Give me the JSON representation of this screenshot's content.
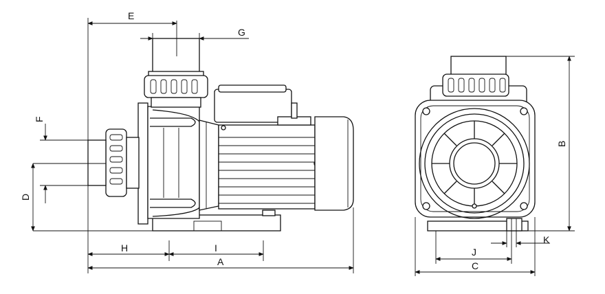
{
  "dimension_labels": {
    "A": "A",
    "B": "B",
    "C": "C",
    "D": "D",
    "E": "E",
    "F": "F",
    "G": "G",
    "H": "H",
    "I": "I",
    "J": "J",
    "K": "K"
  }
}
